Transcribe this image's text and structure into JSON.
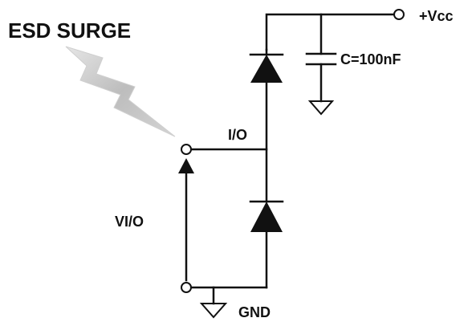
{
  "diagram": {
    "title": "ESD SURGE",
    "labels": {
      "vcc": "+Vcc",
      "capacitor": "C=100nF",
      "io": "I/O",
      "vio": "VI/O",
      "gnd": "GND"
    }
  },
  "colors": {
    "line": "#111111",
    "background": "#ffffff",
    "surge_bolt": "#c8c8c8"
  }
}
